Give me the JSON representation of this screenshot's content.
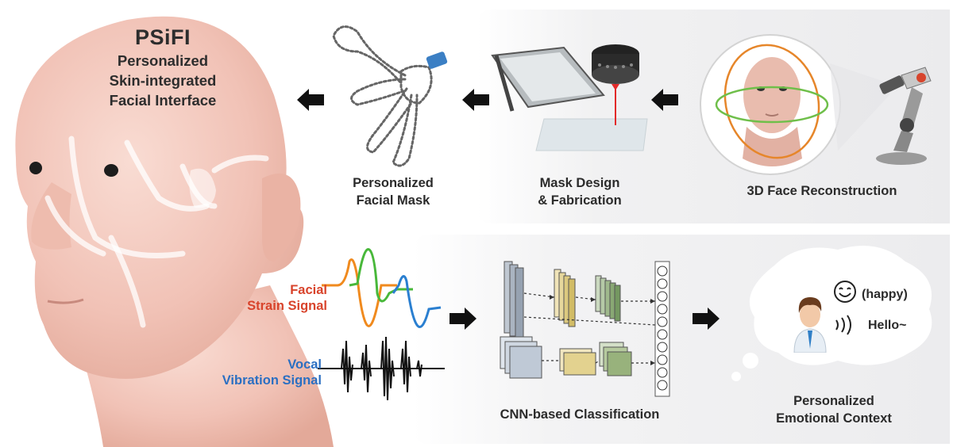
{
  "title": {
    "main": "PSiFI",
    "line1": "Personalized",
    "line2": "Skin-integrated",
    "line3": "Facial Interface"
  },
  "steps": {
    "face_reconstruction": "3D Face Reconstruction",
    "mask_design_line1": "Mask Design",
    "mask_design_line2": "& Fabrication",
    "facial_mask_line1": "Personalized",
    "facial_mask_line2": "Facial Mask",
    "cnn": "CNN-based Classification",
    "emotional_line1": "Personalized",
    "emotional_line2": "Emotional Context"
  },
  "signals": {
    "facial_line1": "Facial",
    "facial_line2": "Strain Signal",
    "vocal_line1": "Vocal",
    "vocal_line2": "Vibration Signal"
  },
  "bubble": {
    "emotion": "(happy)",
    "speech": "Hello~"
  },
  "colors": {
    "facial_signal": "#d8432b",
    "vocal_signal": "#2b6fc2",
    "strain_orange": "#f08a1e",
    "strain_green": "#48b83a",
    "strain_blue": "#2a7fd0",
    "laser": "#e22a2a",
    "skin": "#f2c4b8"
  },
  "icons": [
    "arrow-left-icon",
    "arrow-right-icon",
    "smile-emoji-icon",
    "sound-waves-icon",
    "person-avatar-icon"
  ]
}
